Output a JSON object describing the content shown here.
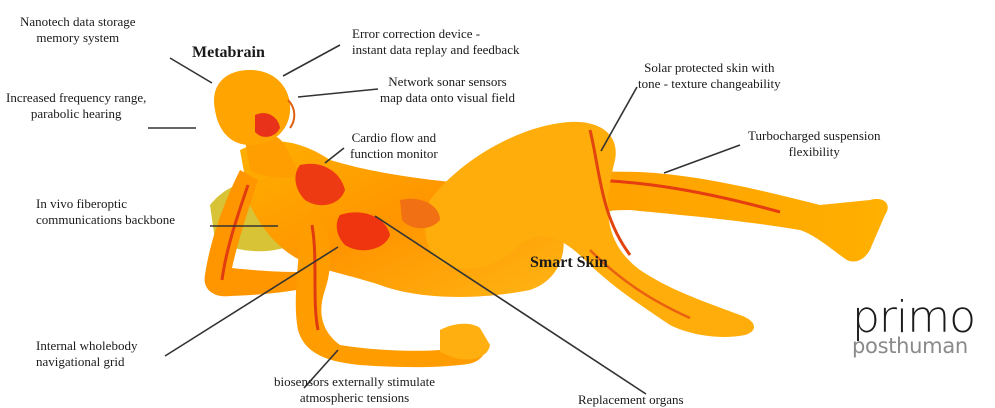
{
  "labels": {
    "nanotech": [
      "Nanotech data storage",
      "memory system"
    ],
    "metabrain": "Metabrain",
    "error_correction": [
      "Error correction device -",
      "instant data replay and feedback"
    ],
    "network_sonar": [
      "Network sonar sensors",
      "map data onto visual field"
    ],
    "frequency": [
      "Increased frequency range,",
      "parabolic hearing"
    ],
    "cardio": [
      "Cardio flow and",
      "function monitor"
    ],
    "solar": [
      "Solar protected skin with",
      "tone - texture changeability"
    ],
    "turbocharged": [
      "Turbocharged suspension",
      "flexibility"
    ],
    "fiberoptic": [
      "In vivo fiberoptic",
      "communications backbone"
    ],
    "smart_skin": "Smart Skin",
    "navigational": [
      "Internal wholebody",
      "navigational grid"
    ],
    "biosensors": [
      "biosensors externally stimulate",
      "atmospheric tensions"
    ],
    "replacement": "Replacement organs"
  },
  "logo": {
    "word": "primo",
    "sub": "posthuman"
  },
  "colors": {
    "body_orange": "#ff9a00",
    "body_yellow": "#ffc21a",
    "body_red": "#f04010",
    "shadow_olive": "#d9c030",
    "line": "#333333"
  }
}
